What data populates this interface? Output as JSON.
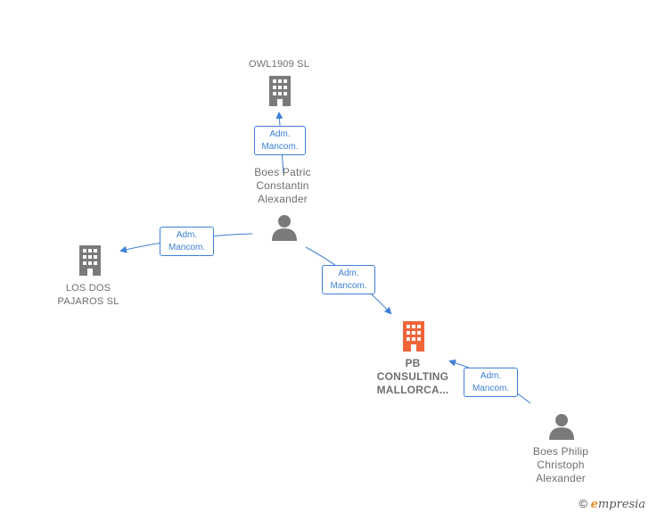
{
  "nodes": {
    "owl": {
      "name": "OWL1909  SL",
      "type": "company"
    },
    "patric": {
      "name_lines": [
        "Boes Patric",
        "Constantin",
        "Alexander"
      ],
      "type": "person"
    },
    "dos_pajaros": {
      "name_lines": [
        "LOS DOS",
        "PAJAROS SL"
      ],
      "type": "company"
    },
    "pb": {
      "name_lines": [
        "PB",
        "CONSULTING",
        "MALLORCA..."
      ],
      "type": "company-highlight"
    },
    "philip": {
      "name_lines": [
        "Boes Philip",
        "Christoph",
        "Alexander"
      ],
      "type": "person"
    }
  },
  "edges": [
    {
      "from": "patric",
      "to": "owl",
      "label_lines": [
        "Adm.",
        "Mancom."
      ]
    },
    {
      "from": "patric",
      "to": "dos_pajaros",
      "label_lines": [
        "Adm.",
        "Mancom."
      ]
    },
    {
      "from": "patric",
      "to": "pb",
      "label_lines": [
        "Adm.",
        "Mancom."
      ]
    },
    {
      "from": "philip",
      "to": "pb",
      "label_lines": [
        "Adm.",
        "Mancom."
      ]
    }
  ],
  "colors": {
    "company_icon": "#7a7a7a",
    "highlight_icon": "#f0643a",
    "person_icon": "#7a7a7a",
    "edge": "#3d7fd6",
    "text": "#6f6f6f"
  },
  "footer": {
    "copyright": "©",
    "brand_first": "e",
    "brand_rest": "mpresia"
  }
}
